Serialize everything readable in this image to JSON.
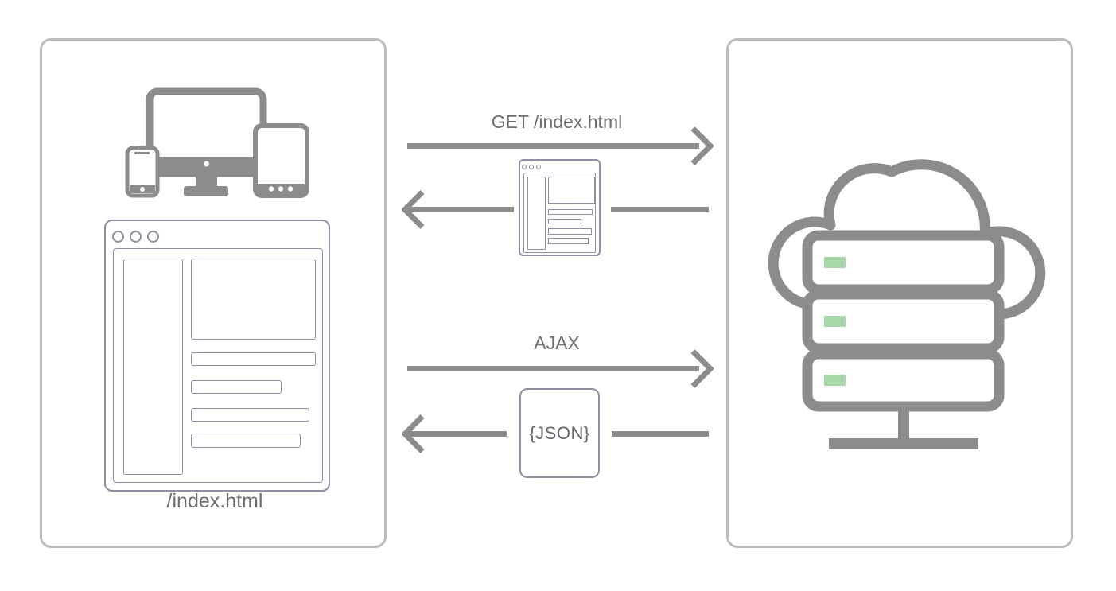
{
  "diagram": {
    "type": "client-server-communication",
    "client_panel": {
      "page_label": "/index.html",
      "devices_icon": "responsive-devices (smartphone, desktop monitor, tablet)",
      "browser_wireframe": "browser window with sidebar, hero block and four content bars"
    },
    "server_panel": {
      "icon": "cloud with server stack of 3 racks, each with a green status light"
    },
    "messages": [
      {
        "label": "GET /index.html",
        "direction": "client-to-server"
      },
      {
        "icon": "html-page-icon",
        "direction": "server-to-client"
      },
      {
        "label": "AJAX",
        "direction": "client-to-server"
      },
      {
        "label": "{JSON}",
        "direction": "server-to-client"
      }
    ],
    "colors": {
      "icon_gray": "#8c8c8c",
      "arrow_gray": "#8c8c8c",
      "wireframe_slate": "#8b90a3",
      "status_green": "#a8d8aa",
      "panel_border": "#bcbcbc",
      "label_text": "#6e6e6e"
    }
  }
}
